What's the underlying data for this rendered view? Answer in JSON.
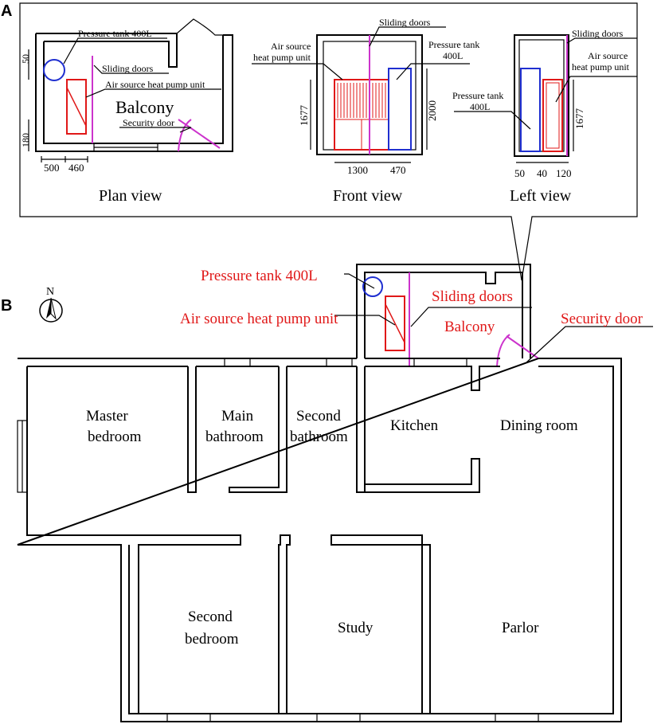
{
  "panels": {
    "a": "A",
    "b": "B"
  },
  "colors": {
    "tank": "#1f2fd0",
    "unit": "#e01818",
    "door": "#cc33cc",
    "label_red": "#e01818",
    "line": "#000000"
  },
  "icons": {
    "north": "north-arrow-icon"
  },
  "plan_view": {
    "caption": "Plan view",
    "room": "Balcony",
    "labels": {
      "tank": "Pressure tank 400L",
      "sliding": "Sliding doors",
      "unit": "Air source heat pump unit",
      "security": "Security door"
    },
    "dims": {
      "d50": "50",
      "d180": "180",
      "d500": "500",
      "d460": "460"
    }
  },
  "front_view": {
    "caption": "Front view",
    "labels": {
      "sliding": "Sliding doors",
      "unit_line1": "Air source",
      "unit_line2": "heat pump unit",
      "tank_line1": "Pressure tank",
      "tank_line2": "400L"
    },
    "dims": {
      "h1677": "1677",
      "h2000": "2000",
      "w1300": "1300",
      "w470": "470"
    }
  },
  "left_view": {
    "caption": "Left view",
    "labels": {
      "sliding": "Sliding doors",
      "tank_line1": "Pressure tank",
      "tank_line2": "400L",
      "unit_line1": "Air source",
      "unit_line2": "heat pump unit"
    },
    "dims": {
      "h1677": "1677",
      "w50": "50",
      "w40": "40",
      "w120": "120"
    }
  },
  "floor_plan": {
    "north": "N",
    "labels": {
      "tank": "Pressure tank 400L",
      "unit": "Air source heat pump unit",
      "sliding": "Sliding doors",
      "balcony": "Balcony",
      "security": "Security door"
    },
    "rooms": {
      "master1": "Master",
      "master2": "bedroom",
      "mainbath1": "Main",
      "mainbath2": "bathroom",
      "secbath1": "Second",
      "secbath2": "bathroom",
      "kitchen": "Kitchen",
      "dining": "Dining room",
      "secbed1": "Second",
      "secbed2": "bedroom",
      "study": "Study",
      "parlor": "Parlor"
    }
  }
}
